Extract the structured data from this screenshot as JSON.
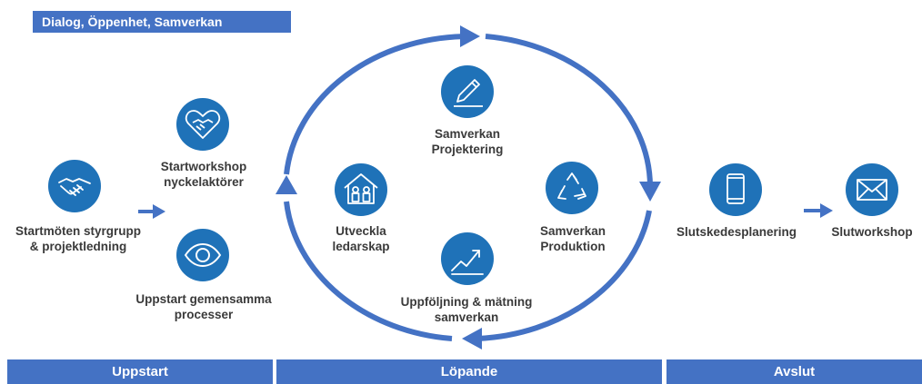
{
  "banner": {
    "text": "Dialog, Öppenhet, Samverkan"
  },
  "nodes": {
    "startmoten": {
      "label": "Startmöten styrgrupp\n& projektledning",
      "icon": "handshake-icon"
    },
    "startworkshop": {
      "label": "Startworkshop\nnyckelaktörer",
      "icon": "heart-handshake-icon"
    },
    "uppstart_processer": {
      "label": "Uppstart gemensamma\nprocesser",
      "icon": "eye-icon"
    },
    "utveckla": {
      "label": "Utveckla\nledarskap",
      "icon": "house-people-icon"
    },
    "projektering": {
      "label": "Samverkan\nProjektering",
      "icon": "pencil-icon"
    },
    "produktion": {
      "label": "Samverkan\nProduktion",
      "icon": "recycle-icon"
    },
    "uppfoljning": {
      "label": "Uppföljning & mätning\nsamverkan",
      "icon": "growth-chart-icon"
    },
    "slutskede": {
      "label": "Slutskedesplanering",
      "icon": "phone-icon"
    },
    "slutworkshop": {
      "label": "Slutworkshop",
      "icon": "envelope-icon"
    }
  },
  "phases": {
    "uppstart": "Uppstart",
    "lopande": "Löpande",
    "avslut": "Avslut"
  },
  "colors": {
    "accent": "#4472c4",
    "icon_circle": "#1f72b8",
    "text": "#3a3a3a"
  }
}
